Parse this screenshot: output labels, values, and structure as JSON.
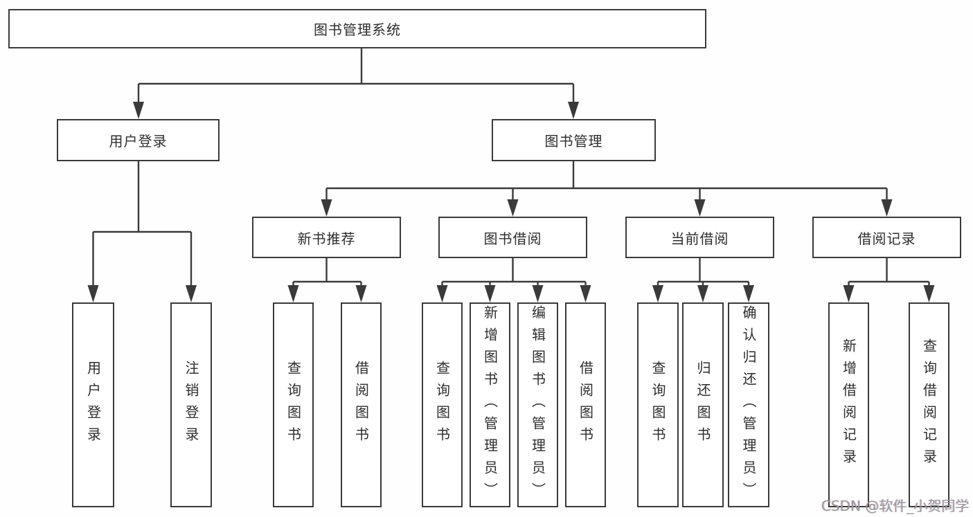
{
  "diagram": {
    "root": "图书管理系统",
    "level2": {
      "user_login": "用户登录",
      "book_mgmt": "图书管理"
    },
    "level3": {
      "new_books": "新书推荐",
      "borrowing": "图书借阅",
      "current": "当前借阅",
      "records": "借阅记录"
    },
    "leaves": {
      "g1": [
        "用户登录",
        "注销登录"
      ],
      "g2": [
        "查询图书",
        "借阅图书"
      ],
      "g3": [
        "查询图书",
        "新增图书（管理员）",
        "编辑图书（管理员）",
        "借阅图书"
      ],
      "g4": [
        "查询图书",
        "归还图书",
        "确认归还（管理员）"
      ],
      "g5": [
        "新增借阅记录",
        "查询借阅记录"
      ]
    }
  },
  "colors": {
    "line": "#3a3a3a",
    "text": "#2d2d2d",
    "watermark_gray": "#9b9b9b",
    "background": "#fefefe"
  },
  "watermark": "CSDN @软件_小贺同学"
}
